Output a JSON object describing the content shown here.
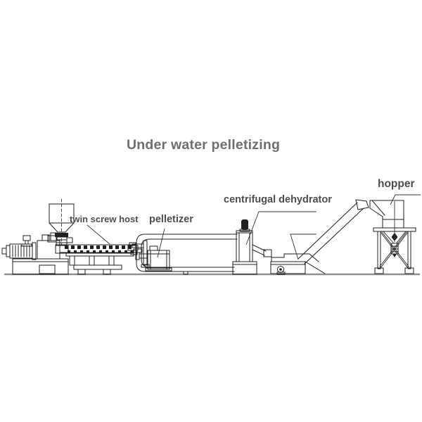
{
  "title": "Under water pelletizing",
  "labels": {
    "twin_screw_host": "twin screw host",
    "pelletizer": "pelletizer",
    "centrifugal_dehydrator": "centrifugal dehydrator",
    "hopper": "hopper"
  },
  "colors": {
    "line": "#1f1f1f",
    "leader": "#333333",
    "ground": "#8f8f8f",
    "label_text": "#4d4d4d",
    "title_text": "#6e6e6e",
    "background": "#ffffff"
  }
}
